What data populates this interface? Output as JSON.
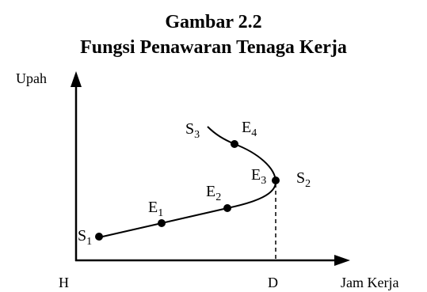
{
  "title_line1": "Gambar 2.2",
  "title_line2": "Fungsi Penawaran Tenaga Kerja",
  "y_axis_label": "Upah",
  "x_axis_label": "Jam Kerja",
  "origin_label": "H",
  "d_label": "D",
  "curve_labels": {
    "s1": {
      "main": "S",
      "sub": "1"
    },
    "s2": {
      "main": "S",
      "sub": "2"
    },
    "s3": {
      "main": "S",
      "sub": "3"
    }
  },
  "points": {
    "e1": {
      "main": "E",
      "sub": "1"
    },
    "e2": {
      "main": "E",
      "sub": "2"
    },
    "e3": {
      "main": "E",
      "sub": "3"
    },
    "e4": {
      "main": "E",
      "sub": "4"
    }
  }
}
